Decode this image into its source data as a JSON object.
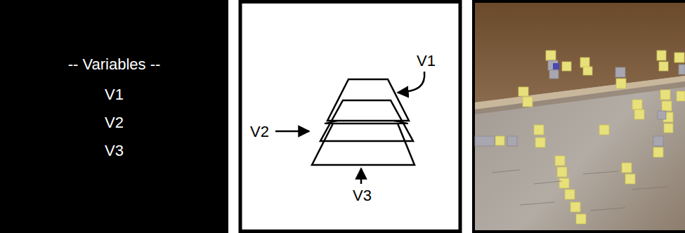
{
  "diagram": {
    "nodes": [
      {
        "text": [
          "-- Variables --",
          "V1",
          "V2",
          "V3"
        ]
      }
    ],
    "labels": [
      "V1",
      "V2",
      "V3"
    ]
  }
}
